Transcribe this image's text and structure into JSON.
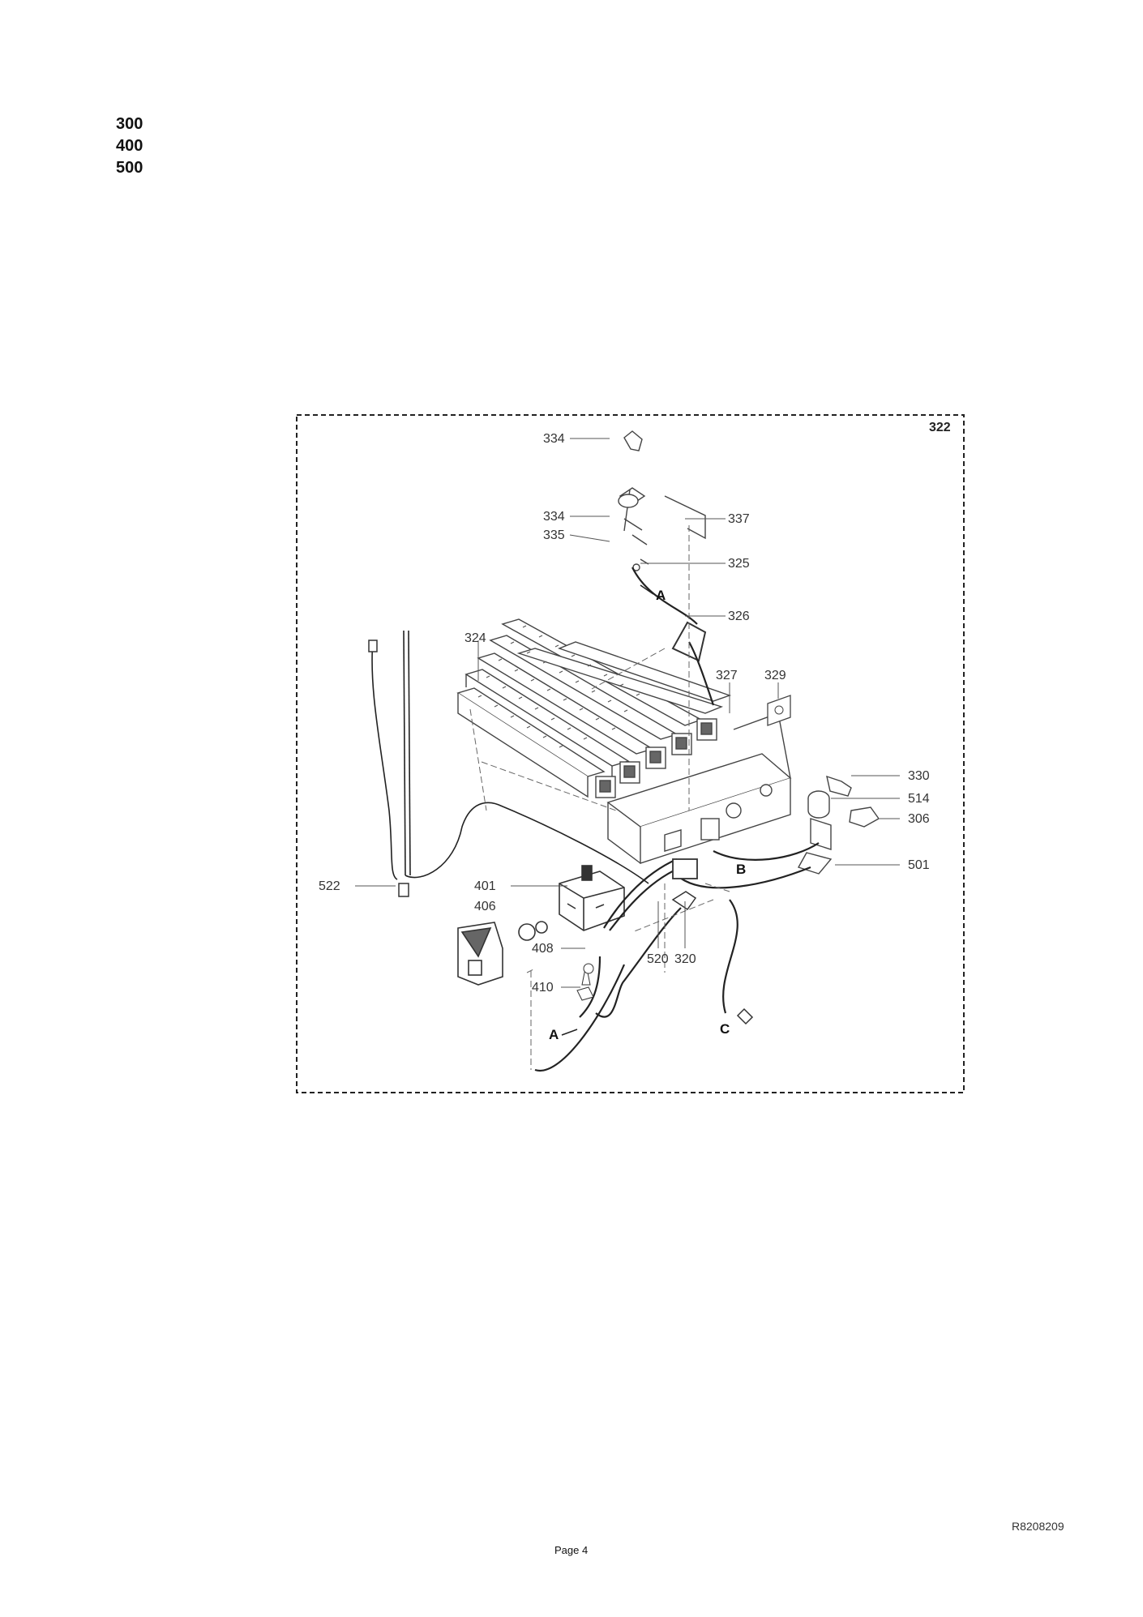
{
  "series": [
    "300",
    "400",
    "500"
  ],
  "frame_label": "322",
  "callouts": [
    {
      "id": "p334a",
      "text": "334"
    },
    {
      "id": "p334b",
      "text": "334"
    },
    {
      "id": "p335",
      "text": "335"
    },
    {
      "id": "p337",
      "text": "337"
    },
    {
      "id": "p325",
      "text": "325"
    },
    {
      "id": "p326",
      "text": "326"
    },
    {
      "id": "p324",
      "text": "324"
    },
    {
      "id": "p327",
      "text": "327"
    },
    {
      "id": "p329",
      "text": "329"
    },
    {
      "id": "p330",
      "text": "330"
    },
    {
      "id": "p514",
      "text": "514"
    },
    {
      "id": "p306",
      "text": "306"
    },
    {
      "id": "p501",
      "text": "501"
    },
    {
      "id": "p522",
      "text": "522"
    },
    {
      "id": "p401",
      "text": "401"
    },
    {
      "id": "p406",
      "text": "406"
    },
    {
      "id": "p408",
      "text": "408"
    },
    {
      "id": "p410",
      "text": "410"
    },
    {
      "id": "p520",
      "text": "520"
    },
    {
      "id": "p320",
      "text": "320"
    }
  ],
  "connectors": [
    {
      "id": "A1",
      "text": "A"
    },
    {
      "id": "B",
      "text": "B"
    },
    {
      "id": "A2",
      "text": "A"
    },
    {
      "id": "C",
      "text": "C"
    }
  ],
  "doc_ref": "R8208209",
  "page": "Page 4"
}
